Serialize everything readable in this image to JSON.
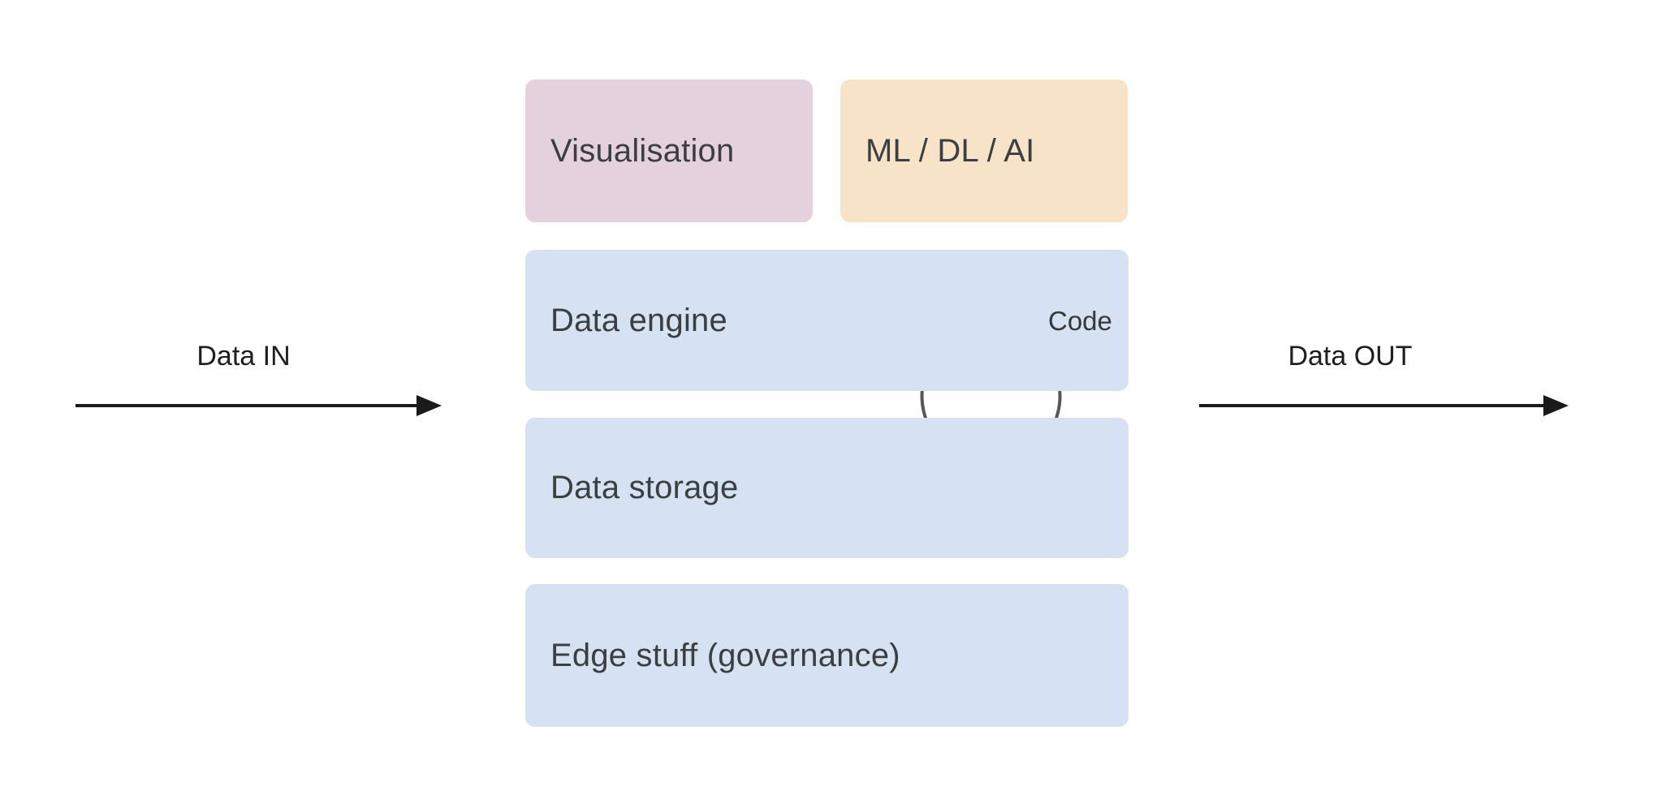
{
  "diagram": {
    "nodes": {
      "visualisation": {
        "label": "Visualisation",
        "bg": "#e4d1dd"
      },
      "ml_dl_ai": {
        "label": "ML / DL / AI",
        "bg": "#f7e3c7"
      },
      "data_engine": {
        "label": "Data engine",
        "bg": "#d6e2f1"
      },
      "data_storage": {
        "label": "Data storage",
        "bg": "#d6e2f1"
      },
      "edge_governance": {
        "label": "Edge stuff (governance)",
        "bg": "#d6e2f1"
      }
    },
    "flow": {
      "in_label": "Data IN",
      "out_label": "Data OUT",
      "loop_label": "Code"
    },
    "colors": {
      "arrow": "#1a1a1a",
      "loop_arrow": "#565656",
      "node_text": "#3b3e42",
      "label_text": "#1e1e1e",
      "background": "#ffffff"
    }
  }
}
